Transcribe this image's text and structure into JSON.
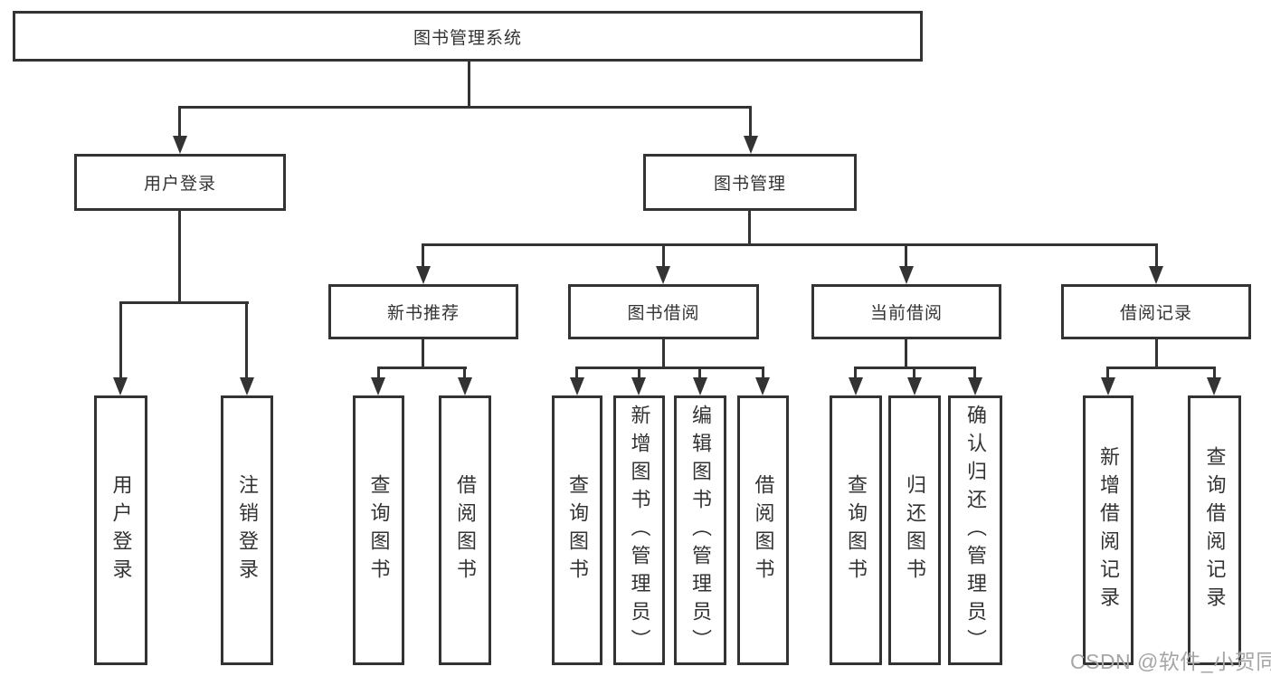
{
  "root": {
    "label": "图书管理系统"
  },
  "level2": {
    "user": "用户登录",
    "books": "图书管理"
  },
  "level3": {
    "new_books": "新书推荐",
    "borrowing": "图书借阅",
    "current": "当前借阅",
    "records": "借阅记录"
  },
  "leaves": {
    "user": [
      "用户登录",
      "注销登录"
    ],
    "new_books": [
      "查询图书",
      "借阅图书"
    ],
    "borrowing": [
      "查询图书",
      "新增图书（管理员）",
      "编辑图书（管理员）",
      "借阅图书"
    ],
    "current": [
      "查询图书",
      "归还图书",
      "确认归还（管理员）"
    ],
    "records": [
      "新增借阅记录",
      "查询借阅记录"
    ]
  },
  "watermark": "CSDN @软件_小贺同学",
  "colors": {
    "line": "#333333",
    "text": "#333333",
    "watermark": "#a6a6a6",
    "background": "#ffffff"
  }
}
